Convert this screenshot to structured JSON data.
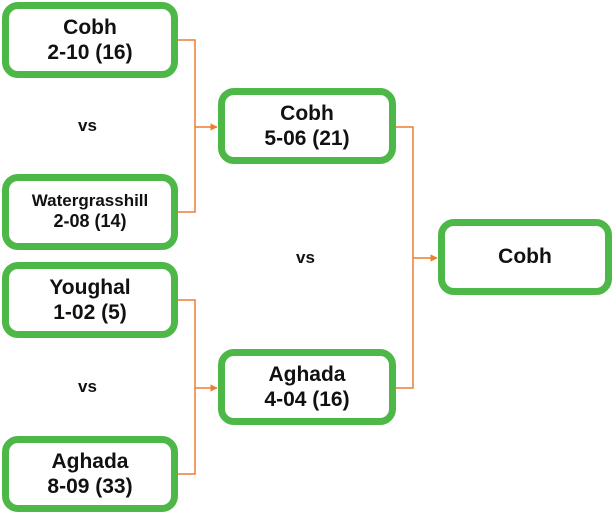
{
  "colors": {
    "box_border": "#4DB848",
    "connector": "#ED7D31",
    "text": "#111111"
  },
  "quarterfinals": [
    {
      "team": "Cobh",
      "score": "2-10 (16)"
    },
    {
      "team": "Watergrasshill",
      "score": "2-08 (14)"
    },
    {
      "team": "Youghal",
      "score": "1-02 (5)"
    },
    {
      "team": "Aghada",
      "score": "8-09 (33)"
    }
  ],
  "semifinals": [
    {
      "team": "Cobh",
      "score": "5-06 (21)"
    },
    {
      "team": "Aghada",
      "score": "4-04 (16)"
    }
  ],
  "final": {
    "team": "Cobh"
  },
  "vs_labels": [
    "vs",
    "vs",
    "vs"
  ]
}
